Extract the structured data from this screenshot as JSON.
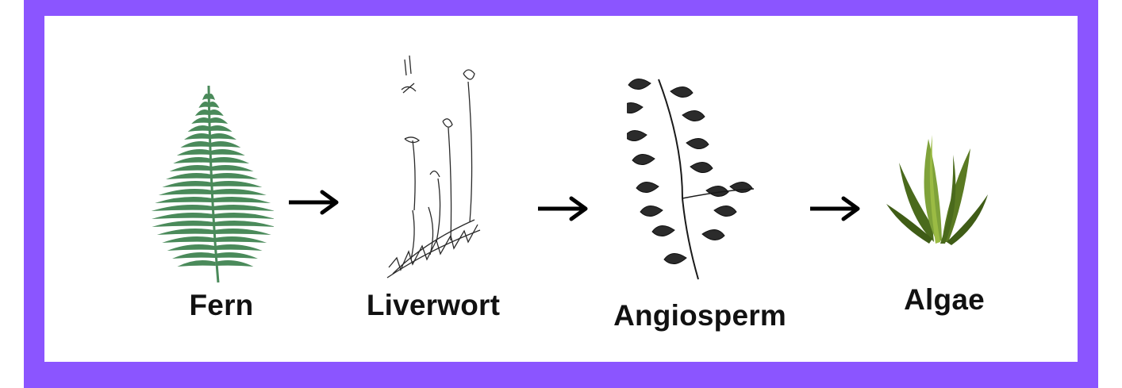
{
  "diagram": {
    "border_color": "#8b55ff",
    "steps": [
      {
        "label": "Fern",
        "icon": "fern-icon",
        "color": "#4a8a5a"
      },
      {
        "label": "Liverwort",
        "icon": "liverwort-sketch-icon",
        "color": "#2a2a2a"
      },
      {
        "label": "Angiosperm",
        "icon": "angiosperm-sketch-icon",
        "color": "#1a1a1a"
      },
      {
        "label": "Algae",
        "icon": "algae-icon",
        "color": "#5a7a22"
      }
    ],
    "arrow_color": "#000000"
  }
}
